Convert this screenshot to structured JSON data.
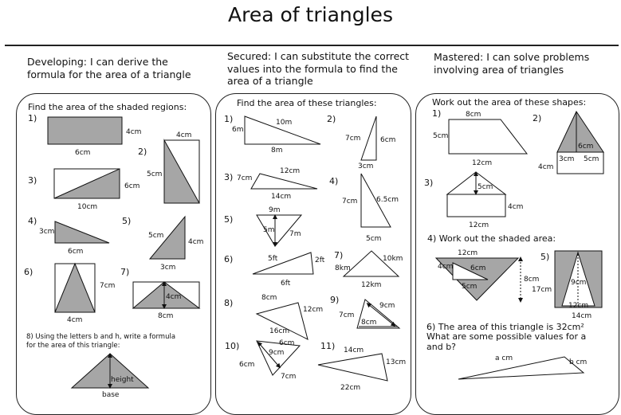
{
  "page": {
    "title": "Area of triangles",
    "developing": "Developing: I can derive the formula for the area of a triangle",
    "secured": "Secured: I can substitute the correct values into the formula to find the area of a triangle",
    "mastered": "Mastered: I can solve problems involving area of triangles"
  },
  "developing": {
    "instruction": "Find the area of the shaded regions:",
    "q8_line1": "8) Using the letters b and h, write a formula",
    "q8_line2": "for the area of this triangle:",
    "labels": [
      "1)",
      "4cm",
      "6cm",
      "4cm",
      "2)",
      "5cm",
      "3)",
      "6cm",
      "10cm",
      "4)",
      "3cm",
      "6cm",
      "5)",
      "5cm",
      "4cm",
      "3cm",
      "6)",
      "7cm",
      "4cm",
      "7)",
      "4cm",
      "8cm",
      "height",
      "base"
    ]
  },
  "secured": {
    "instruction": "Find the area of these triangles:",
    "labels": [
      "1)",
      "6m",
      "10m",
      "8m",
      "2)",
      "7cm",
      "6cm",
      "3cm",
      "3)",
      "7cm",
      "12cm",
      "14cm",
      "4)",
      "7cm",
      "6.5cm",
      "5cm",
      "5)",
      "9m",
      "5m",
      "7m",
      "6)",
      "5ft",
      "2ft",
      "6ft",
      "7)",
      "10km",
      "8km",
      "12km",
      "8)",
      "8cm",
      "12cm",
      "16cm",
      "9)",
      "9cm",
      "7cm",
      "8cm",
      "10)",
      "6cm",
      "9cm",
      "6cm",
      "7cm",
      "11)",
      "14cm",
      "13cm",
      "22cm"
    ]
  },
  "mastered": {
    "instruction": "Work out the area of these shapes:",
    "q4": "4) Work out the shaded area:",
    "q6_line1": "6) The area of this triangle is 32cm²",
    "q6_line2": "What are some possible values for a",
    "q6_line3": "and b?",
    "labels": [
      "1)",
      "8cm",
      "5cm",
      "12cm",
      "2)",
      "6cm",
      "4cm",
      "3cm",
      "5cm",
      "3)",
      "5cm",
      "4cm",
      "12cm",
      "12cm",
      "4cm",
      "6cm",
      "5cm",
      "8cm",
      "5)",
      "9cm",
      "17cm",
      "12cm",
      "14cm",
      "a cm",
      "b cm"
    ]
  }
}
